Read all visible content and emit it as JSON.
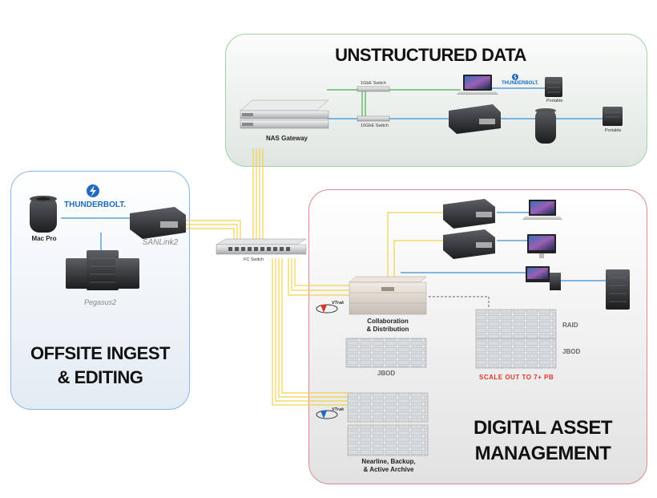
{
  "titles": {
    "unstructured": "UNSTRUCTURED DATA",
    "offsite_line1": "OFFSITE INGEST",
    "offsite_line2": "& EDITING",
    "dam_line1": "DIGITAL ASSET",
    "dam_line2": "MANAGEMENT"
  },
  "labels": {
    "nas_gateway": "NAS Gateway",
    "switch_1gbe": "1GbE Switch",
    "switch_10gbe": "10GbE Switch",
    "thunderbolt": "THUNDERBOLT.",
    "portable_1": "Portable",
    "portable_2": "Portable",
    "mac_pro": "Mac Pro",
    "sanlink": "SANLink2",
    "pegasus": "Pegasus2",
    "fc_switch": "FC Switch",
    "vtrak": "VTrak",
    "collab_line1": "Collaboration",
    "collab_line2": "& Distribution",
    "jbod_left": "JBOD",
    "raid": "RAID",
    "jbod_right": "JBOD",
    "scale_out": "SCALE OUT TO 7+ PB",
    "nearline_line1": "Nearline, Backup,",
    "nearline_line2": "& Active Archive"
  },
  "colors": {
    "fc_link": "#f2d24c",
    "ethernet_link": "#3a8fd6",
    "gbe_link": "#4caf50",
    "unstructured_border": "#9fd3a6",
    "offsite_border": "#8ab8e6",
    "dam_border": "#d98a8a",
    "scale_out_text": "#d9362b"
  }
}
